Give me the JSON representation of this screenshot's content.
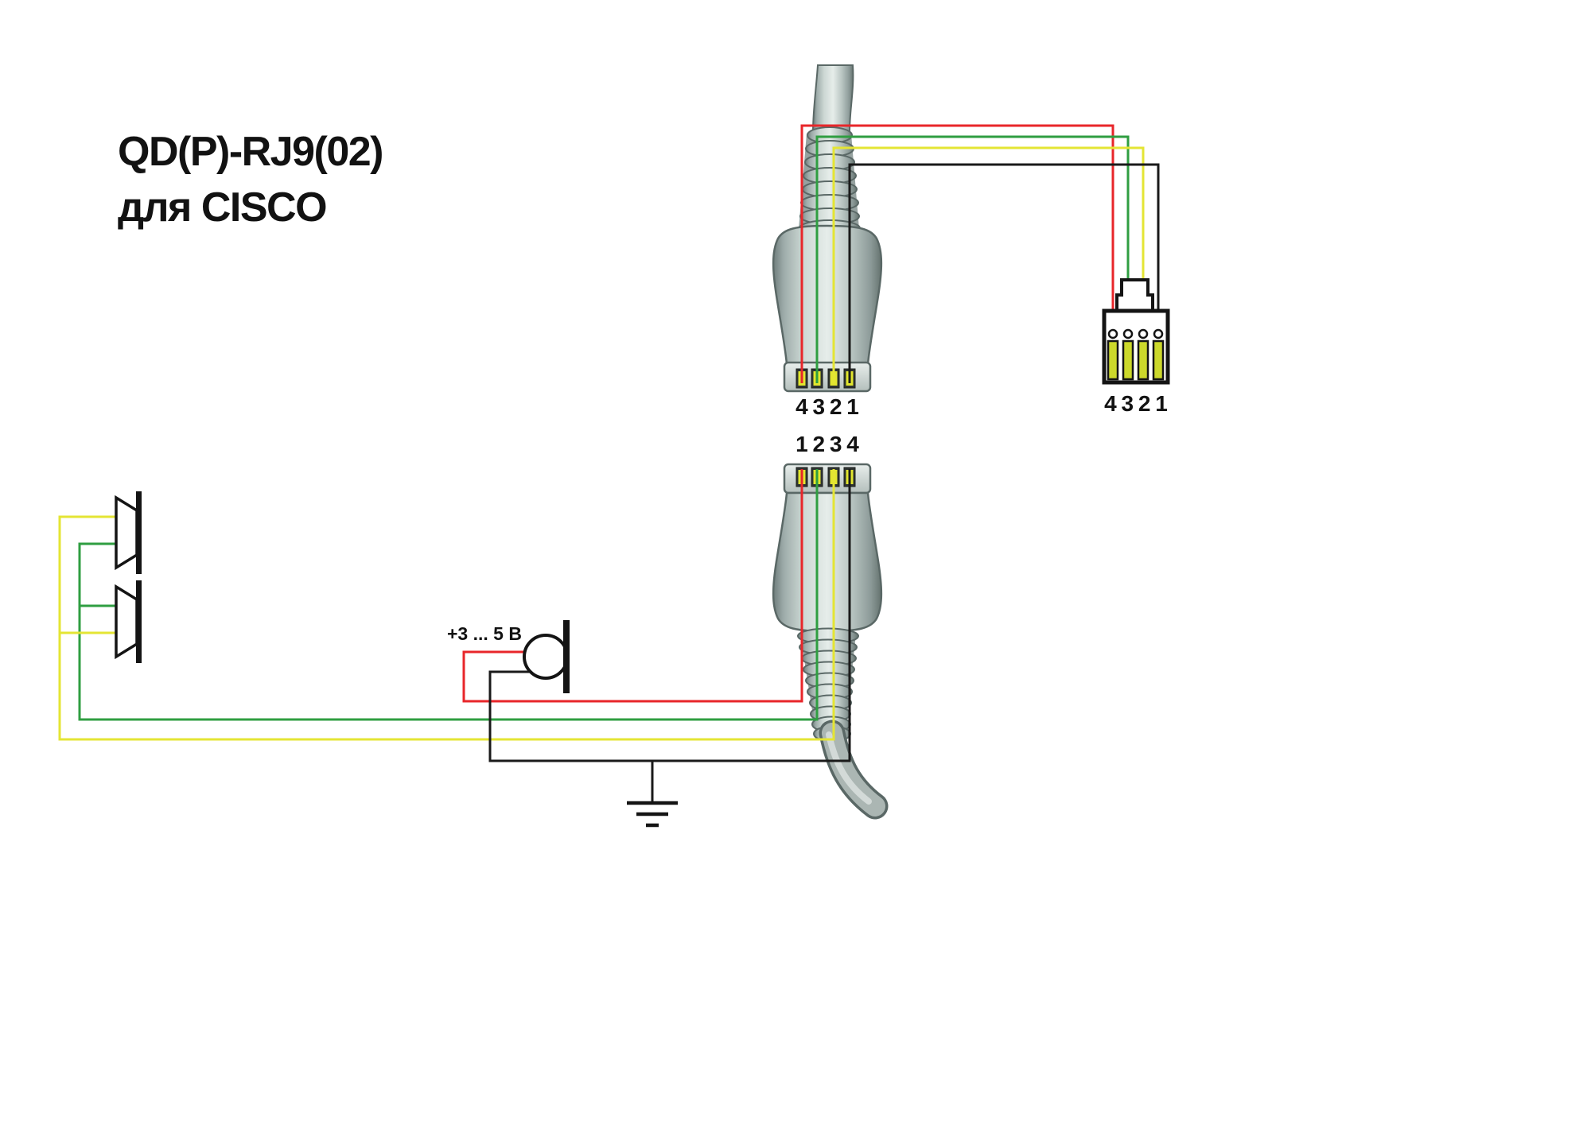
{
  "title": {
    "line1": "QD(P)-RJ9(02)",
    "line2": "для CISCO"
  },
  "qd_top": {
    "pin_labels": "4 3 2 1"
  },
  "qd_bottom": {
    "pin_labels": "1 2 3 4"
  },
  "rj9": {
    "pin_labels": "4 3 2 1"
  },
  "mic": {
    "voltage_label": "+3 ... 5 В"
  },
  "colors": {
    "wire-red": "#e8262a",
    "wire-green": "#2f9e41",
    "wire-yellow": "#e4e534",
    "wire-black": "#1a1a1a",
    "contact-yellow": "#e2e62e",
    "rj9-pin": "#ccd82b"
  }
}
